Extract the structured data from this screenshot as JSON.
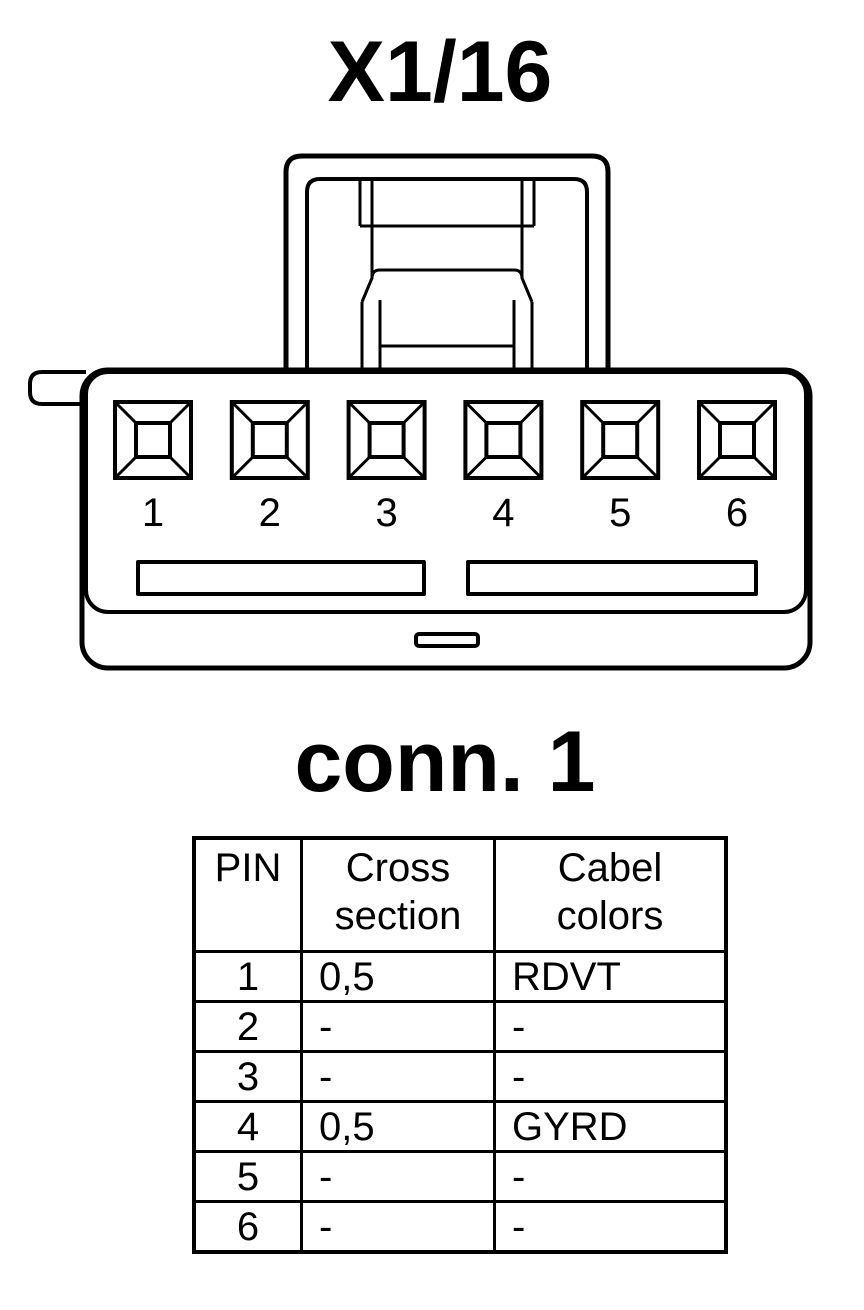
{
  "title": "X1/16",
  "connector_label": "conn. 1",
  "pins": [
    "1",
    "2",
    "3",
    "4",
    "5",
    "6"
  ],
  "table": {
    "headers": {
      "pin": "PIN",
      "cross_line1": "Cross",
      "cross_line2": "section",
      "color_line1": "Cabel",
      "color_line2": "colors"
    },
    "rows": [
      {
        "pin": "1",
        "cross": "0,5",
        "color": "RDVT"
      },
      {
        "pin": "2",
        "cross": "-",
        "color": "-"
      },
      {
        "pin": "3",
        "cross": "-",
        "color": "-"
      },
      {
        "pin": "4",
        "cross": "0,5",
        "color": "GYRD"
      },
      {
        "pin": "5",
        "cross": "-",
        "color": "-"
      },
      {
        "pin": "6",
        "cross": "-",
        "color": "-"
      }
    ]
  }
}
